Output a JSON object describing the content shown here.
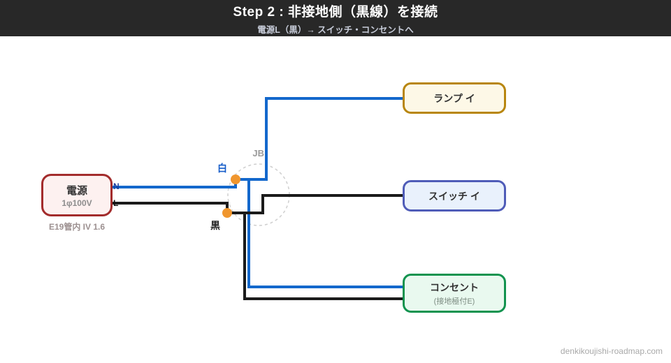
{
  "header": {
    "title": "Step 2 : 非接地側（黒線）を接続",
    "subtitle": "電源L（黒）→ スイッチ・コンセントへ"
  },
  "diagram": {
    "source": {
      "title": "電源",
      "subtitle": "1φ100V",
      "note": "E19管内 IV 1.6",
      "terminal_n": "N",
      "terminal_l": "L"
    },
    "junction": {
      "label": "JB",
      "white_wire_label": "白",
      "black_wire_label": "黒"
    },
    "devices": [
      {
        "id": "lamp",
        "label": "ランプ イ"
      },
      {
        "id": "switch",
        "label": "スイッチ イ"
      },
      {
        "id": "outlet",
        "label": "コンセント",
        "sublabel": "(接地極付E)"
      }
    ],
    "colors": {
      "white_wire": "#1368cc",
      "black_wire": "#1b1b1b",
      "junction_dot": "#f0962e",
      "power_border": "#a32c2c",
      "lamp_border": "#b8860f",
      "switch_border": "#4f5cb8",
      "outlet_border": "#12934f",
      "header_bg": "#282828"
    }
  },
  "footer": {
    "watermark": "denkikoujishi-roadmap.com"
  }
}
